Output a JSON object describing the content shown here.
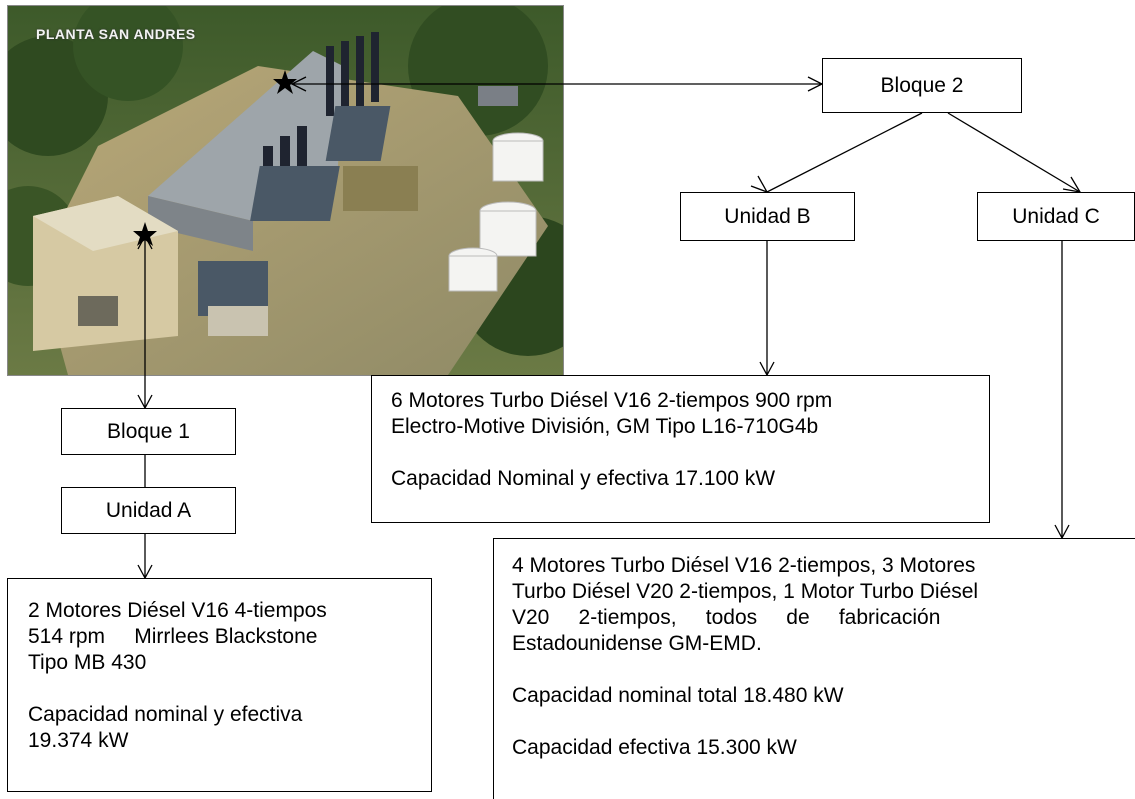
{
  "photo": {
    "title": "PLANTA SAN ANDRES"
  },
  "bloque1": {
    "label": "Bloque 1",
    "unidad_a": {
      "label": "Unidad A",
      "description_lines": [
        "2 Motores Diésel V16 4-tiempos",
        "514 rpm     Mirrlees Blackstone",
        "Tipo MB 430"
      ],
      "capacity_lines": [
        "Capacidad nominal y efectiva",
        "19.374 kW"
      ]
    }
  },
  "bloque2": {
    "label": "Bloque 2",
    "unidad_b": {
      "label": "Unidad B",
      "description_lines": [
        "6 Motores Turbo Diésel V16 2-tiempos 900 rpm",
        "Electro-Motive División, GM Tipo L16-710G4b"
      ],
      "capacity": "Capacidad Nominal y efectiva 17.100 kW"
    },
    "unidad_c": {
      "label": "Unidad C",
      "description_lines": [
        "4 Motores Turbo Diésel V16 2-tiempos, 3 Motores",
        "Turbo Diésel V20 2-tiempos, 1 Motor Turbo Diésel",
        "V20     2-tiempos,     todos     de     fabricación",
        "Estadounidense GM-EMD."
      ],
      "capacity_nominal": "Capacidad nominal total 18.480 kW",
      "capacity_effective": "Capacidad efectiva 15.300 kW"
    }
  }
}
